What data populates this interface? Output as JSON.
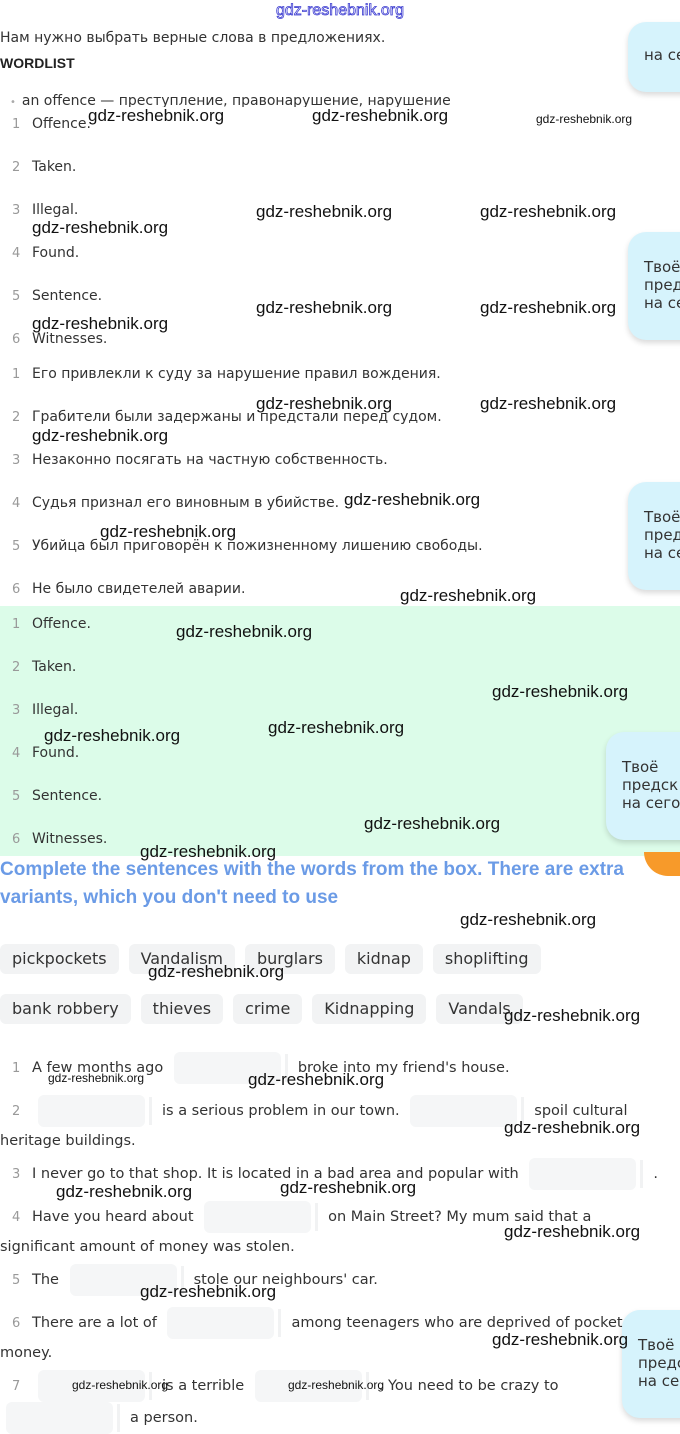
{
  "top_watermark": "gdz-reshebnik.org",
  "intro": "Нам нужно выбрать верные слова в предложениях.",
  "wordlist_title": "WORDLIST",
  "wordlist_bullet": "an offence — преступление, правонарушение, нарушение",
  "answers_1": [
    "Offence.",
    "Taken.",
    "Illegal.",
    "Found.",
    "Sentence.",
    "Witnesses."
  ],
  "translations": [
    "Его привлекли к суду за нарушение правил вождения.",
    "Грабители были задержаны и предстали перед судом.",
    "Незаконно посягать на частную собственность.",
    "Судья признал его виновным в убийстве.",
    "Убийца был приговорён к пожизненному лишению свободы.",
    "Не было свидетелей аварии."
  ],
  "answers_2": [
    "Offence.",
    "Taken.",
    "Illegal.",
    "Found.",
    "Sentence.",
    "Witnesses."
  ],
  "exercise_heading": "Complete the sentences with the words from the box. There are extra variants, which you don't need to use",
  "chips": [
    "pickpockets",
    "Vandalism",
    "burglars",
    "kidnap",
    "shoplifting",
    "bank robbery",
    "thieves",
    "crime",
    "Kidnapping",
    "Vandals"
  ],
  "sentences": [
    {
      "n": "1",
      "parts": [
        "A few months ago",
        "",
        "broke into my friend's house."
      ]
    },
    {
      "n": "2",
      "parts": [
        "",
        "is a serious problem in our town.",
        "",
        "spoil cultural heritage buildings."
      ]
    },
    {
      "n": "3",
      "parts": [
        "I never go to that shop. It is located in a bad area and popular with",
        "",
        "."
      ]
    },
    {
      "n": "4",
      "parts": [
        "Have you heard about",
        "",
        "on Main Street? My mum said that a significant amount of money was stolen."
      ]
    },
    {
      "n": "5",
      "parts": [
        "The",
        "",
        "stole our neighbours' car."
      ]
    },
    {
      "n": "6",
      "parts": [
        "There are a lot of",
        "",
        "among teenagers who are deprived of pocket money."
      ]
    },
    {
      "n": "7",
      "parts": [
        "",
        "is a terrible",
        "",
        ". You need to be crazy to",
        "",
        "a person."
      ]
    }
  ],
  "promo_bubble": {
    "line1": "Твоё",
    "line2": "предск",
    "line3": "на сего"
  },
  "watermark": "gdz-reshebnik.org",
  "colors": {
    "heading": "#6b9be6",
    "highlight": "#dcfce9",
    "bubble": "#d6f3fc",
    "accent": "#f79a2a"
  }
}
